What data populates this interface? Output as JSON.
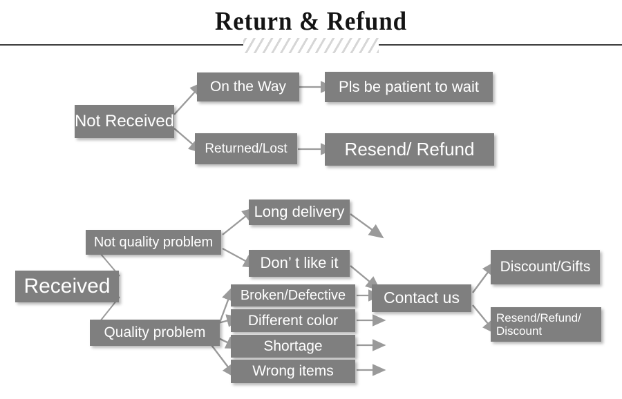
{
  "header": {
    "title": "Return & Refund",
    "divider_icon": "diagonal-hatch-divider"
  },
  "colors": {
    "box_fill": "#7f7f7f",
    "box_text": "#ffffff",
    "connector": "#9a9a9a",
    "rule": "#3b3b3b",
    "hatch": "#d6d6d6",
    "title_text": "#141414",
    "background": "#ffffff"
  },
  "flowchart": {
    "branches": [
      {
        "root": "Not Received",
        "paths": [
          {
            "condition": "On the Way",
            "outcome": "Pls be patient to wait"
          },
          {
            "condition": "Returned/Lost",
            "outcome": "Resend/ Refund"
          }
        ]
      },
      {
        "root": "Received",
        "categories": [
          {
            "label": "Not quality problem",
            "reasons": [
              "Long delivery",
              "Don’  t like it"
            ]
          },
          {
            "label": "Quality problem",
            "reasons": [
              "Broken/Defective",
              "Different color",
              "Shortage",
              "Wrong items"
            ]
          }
        ],
        "hub": "Contact us",
        "outcomes": [
          "Discount/Gifts",
          "Resend/Refund/\nDiscount"
        ]
      }
    ]
  },
  "nodes": {
    "not_received": "Not Received",
    "on_the_way": "On the Way",
    "pls_be_patient": "Pls be patient to wait",
    "returned_lost": "Returned/Lost",
    "resend_refund": "Resend/ Refund",
    "received": "Received",
    "not_quality_problem": "Not quality problem",
    "quality_problem": "Quality problem",
    "long_delivery": "Long delivery",
    "dont_like_it": "Don’  t like it",
    "broken_defective": "Broken/Defective",
    "different_color": "Different color",
    "shortage": "Shortage",
    "wrong_items": "Wrong items",
    "contact_us": "Contact us",
    "discount_gifts": "Discount/Gifts",
    "resend_refund_discount": "Resend/Refund/\nDiscount"
  }
}
